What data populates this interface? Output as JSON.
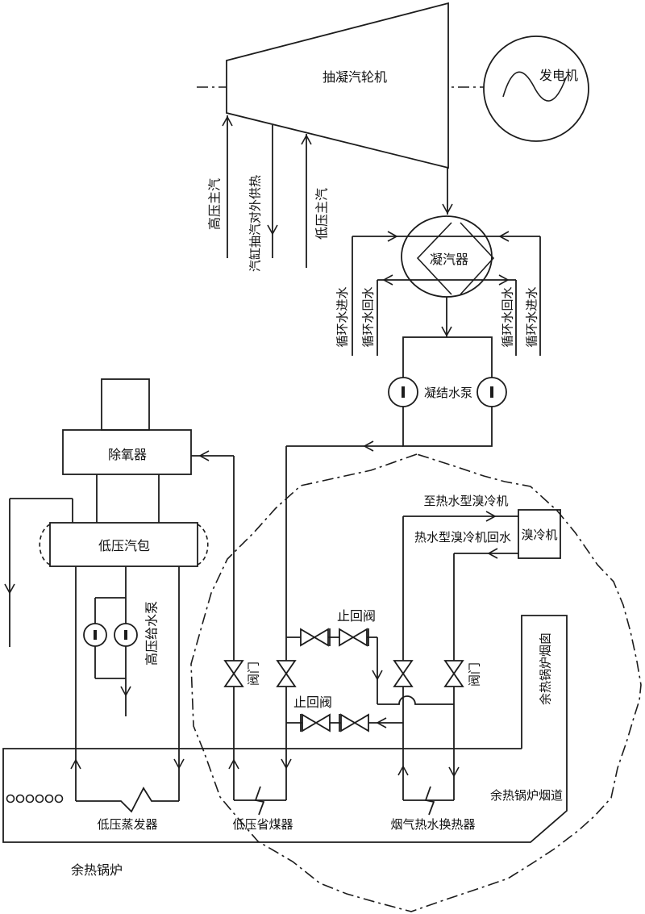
{
  "colors": {
    "line": "#1c1c1c",
    "background": "#ffffff"
  },
  "symbols": {
    "turbine": "trapezoid-turbine-symbol",
    "generator": "circle-with-sine-wave",
    "condenser": "circle-with-chevrons",
    "pump": "circle-with-center-bar",
    "gate_valve": "vertical-hourglass-valve",
    "check_valve": "bowtie-with-seat-bar",
    "flue_gas_boundary": "dash-dot-closed-contour",
    "drum_caps": "dashed-semicircle-ends"
  },
  "labels": {
    "turbine": "抽凝汽轮机",
    "generator": "发电机",
    "hp_main_steam": "高压主汽",
    "extraction_steam": "汽缸抽汽对外供热",
    "lp_main_steam": "低压主汽",
    "circ_in_left": "循环水进水",
    "circ_return_left": "循环水回水",
    "circ_return_right": "循环水回水",
    "circ_in_right": "循环水进水",
    "condenser": "凝汽器",
    "condensate_pump": "凝结水泵",
    "deaerator": "除氧器",
    "lp_drum": "低压汽包",
    "hp_feed_pump": "高压给水泵",
    "chiller_supply_line": "至热水型溴冷机",
    "chiller_return_line": "热水型溴冷机回水",
    "chiller": "溴冷机",
    "check_valve_top": "止回阀",
    "check_valve_bottom": "止回阀",
    "valve_left": "阀门",
    "valve_right": "阀门",
    "chimney": "余热锅炉烟囱",
    "flue_duct": "余热锅炉烟道",
    "lp_evaporator": "低压蒸发器",
    "lp_economizer": "低压省煤器",
    "flue_gas_hx": "烟气热水换热器",
    "boiler": "余热锅炉"
  }
}
